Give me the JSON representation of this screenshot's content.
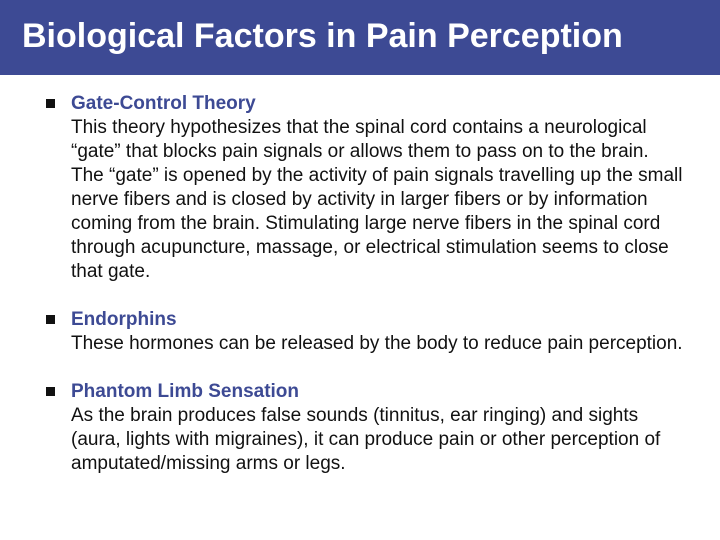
{
  "slide": {
    "title": "Biological Factors in Pain Perception",
    "colors": {
      "title_bar": "#3d4a94",
      "heading": "#3d4a94",
      "body_text": "#111111"
    },
    "items": [
      {
        "heading": "Gate-Control Theory",
        "text": "This theory hypothesizes that the spinal cord contains a neurological “gate” that blocks pain signals or allows them to pass on to the brain. The “gate” is opened by the activity of pain signals travelling up the small nerve fibers and is closed by activity in larger fibers or by information coming from the brain. Stimulating large nerve fibers in the spinal cord through acupuncture, massage, or electrical stimulation seems to close that gate."
      },
      {
        "heading": "Endorphins",
        "text": "These hormones can be released by the body to reduce pain perception."
      },
      {
        "heading": "Phantom Limb Sensation",
        "text": "As the brain produces false sounds (tinnitus, ear ringing) and sights (aura, lights with migraines), it can produce pain or other perception of amputated/missing arms or legs."
      }
    ]
  }
}
